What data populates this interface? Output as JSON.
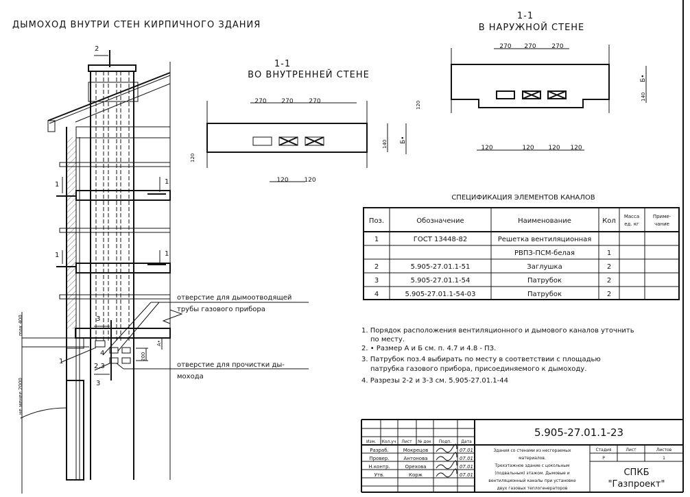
{
  "main_title": "ДЫМОХОД ВНУТРИ СТЕН КИРПИЧНОГО ЗДАНИЯ",
  "section_inner": {
    "mark": "1-1",
    "title": "ВО ВНУТРЕННЕЙ СТЕНЕ",
    "dims_top": [
      "270",
      "270",
      "270"
    ],
    "dims_bottom": [
      "120",
      "120"
    ],
    "dim_left": "120",
    "dim_right_small": "140",
    "dim_right": "Б•"
  },
  "section_outer": {
    "mark": "1-1",
    "title": "В НАРУЖНОЙ СТЕНЕ",
    "dims_top": [
      "270",
      "270",
      "270"
    ],
    "dims_bottom": [
      "120",
      "120",
      "120",
      "120"
    ],
    "dim_left": "120",
    "dim_right_small": "140",
    "dim_right": "Б•"
  },
  "elevation": {
    "cut_2": "2",
    "cut_1": "1",
    "cut_3": "3",
    "label_pos1": "1",
    "label_pos4": "4",
    "label_pos23": "2,3",
    "dim_max400": "max 400",
    "dim_min2000": "не менее 2000",
    "dim_200": "200",
    "dim_a": "А•",
    "note_flue_1": "отверстие для дымоотводящей",
    "note_flue_2": "трубы газового прибора",
    "note_clean_1": "отверстие для прочистки ды-",
    "note_clean_2": "мохода"
  },
  "spec": {
    "title": "СПЕЦИФИКАЦИЯ ЭЛЕМЕНТОВ КАНАЛОВ",
    "headers": [
      "Поз.",
      "Обозначение",
      "Наименование",
      "Кол",
      "Масса",
      "ед. кг",
      "Приме-",
      "чание"
    ],
    "rows": [
      [
        "1",
        "ГОСТ 13448-82",
        "Решетка вентиляционная",
        ""
      ],
      [
        "",
        "",
        "РВПЗ-ПСМ-белая",
        "1"
      ],
      [
        "2",
        "5.905-27.01.1-51",
        "Заглушка",
        "2"
      ],
      [
        "3",
        "5.905-27.01.1-54",
        "Патрубок",
        "2"
      ],
      [
        "4",
        "5.905-27.01.1-54-03",
        "Патрубок",
        "2"
      ]
    ]
  },
  "notes": [
    "1. Порядок расположения вентиляционного и дымового каналов уточнить",
    "по месту.",
    "2. • Размер А и Б см. п. 4.7 и 4.8 - ПЗ.",
    "3. Патрубок поз.4 выбирать по месту в соответствии с площадью",
    "патрубка газового прибора, присоединяемого к дымоходу.",
    "4. Разрезы 2-2 и 3-3 см. 5.905-27.01.1-44"
  ],
  "title_block": {
    "doc_number": "5.905-27.01.1-23",
    "col_headers": [
      "Изм.",
      "Кол.уч",
      "Лист",
      "№ док",
      "Подп.",
      "Дата"
    ],
    "people": [
      {
        "role": "Разраб.",
        "name": "Мокрецов",
        "date": "07.01"
      },
      {
        "role": "Провер.",
        "name": "Антонова",
        "date": "07.01"
      },
      {
        "role": "Н.контр.",
        "name": "Орехова",
        "date": "07.01"
      },
      {
        "role": "Утв.",
        "name": "Корж",
        "date": "07.01"
      }
    ],
    "description": [
      "Здания со стенами из несгораемых",
      "материалов.",
      "Трехэтажное здание с цокольным",
      "(подвальным) этажом. Дымовые и",
      "вентиляционный каналы при установке",
      "двух газовых теплогенераторов"
    ],
    "stage_label": "Стадия",
    "sheet_label": "Лист",
    "sheets_label": "Листов",
    "stage": "Р",
    "sheets": "1",
    "org_1": "СПКБ",
    "org_2": "\"Газпроект\""
  }
}
